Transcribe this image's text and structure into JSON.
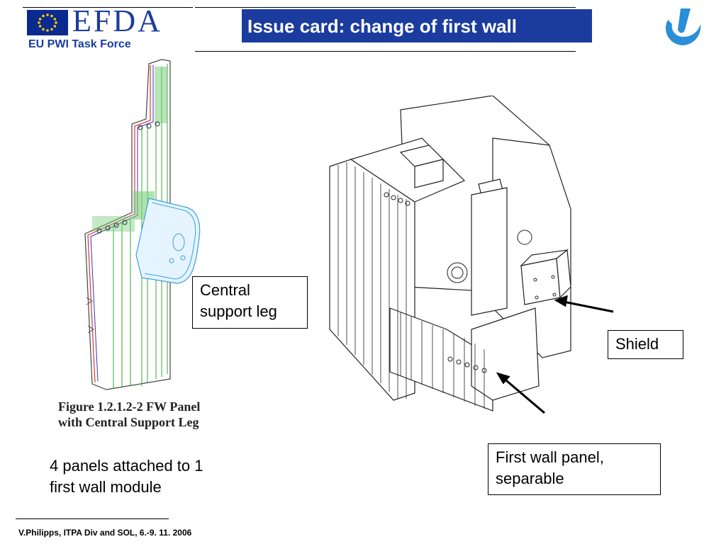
{
  "header": {
    "logo_text": "EFDA",
    "task_force": "EU PWI Task Force",
    "title": "Issue card: change of first wall"
  },
  "figure_left": {
    "caption_line1": "Figure 1.2.1.2-2 FW Panel",
    "caption_line2": "with Central Support Leg"
  },
  "labels": {
    "central_line1": "Central",
    "central_line2": "support leg",
    "shield": "Shield",
    "first_wall_line1": "First wall panel,",
    "first_wall_line2": "separable"
  },
  "body": {
    "panels_line1": "4 panels attached to 1",
    "panels_line2": "first wall module"
  },
  "footer": {
    "text": "V.Philipps, ITPA Div and SOL, 6.-9. 11. 2006"
  },
  "colors": {
    "brand_blue": "#1b3c9e",
    "flag_blue": "#0b2a8f",
    "flag_star": "#ffcc00"
  }
}
